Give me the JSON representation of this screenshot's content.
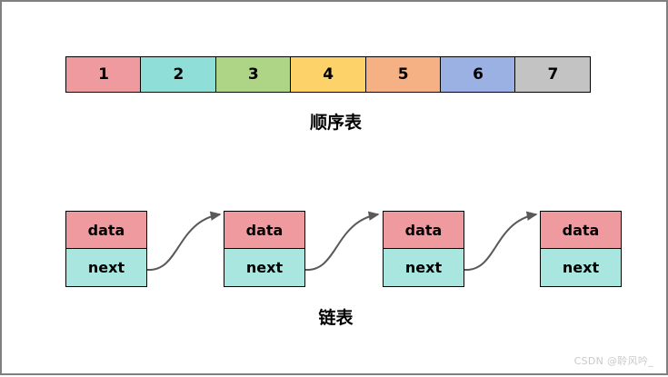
{
  "figure": {
    "background_color": "#ffffff",
    "frame_color": "#7f7f81",
    "outline_color": "#000000"
  },
  "sequential_list": {
    "label": "顺序表",
    "cells": [
      {
        "value": "1",
        "color": "#ef9a9f"
      },
      {
        "value": "2",
        "color": "#8fdfd8"
      },
      {
        "value": "3",
        "color": "#aed585"
      },
      {
        "value": "4",
        "color": "#fdd268"
      },
      {
        "value": "5",
        "color": "#f5b183"
      },
      {
        "value": "6",
        "color": "#9bb1e3"
      },
      {
        "value": "7",
        "color": "#c3c3c3"
      }
    ]
  },
  "linked_list": {
    "label": "链表",
    "data_color": "#ef9a9f",
    "next_color": "#a9e6e0",
    "arrow_color": "#595959",
    "nodes": [
      {
        "data_label": "data",
        "next_label": "next"
      },
      {
        "data_label": "data",
        "next_label": "next"
      },
      {
        "data_label": "data",
        "next_label": "next"
      },
      {
        "data_label": "data",
        "next_label": "next"
      }
    ],
    "arrows": [
      {
        "from_node": 0,
        "to_node": 1
      },
      {
        "from_node": 1,
        "to_node": 2
      },
      {
        "from_node": 2,
        "to_node": 3
      }
    ]
  },
  "watermark": {
    "text": "CSDN @聆风吟_"
  }
}
